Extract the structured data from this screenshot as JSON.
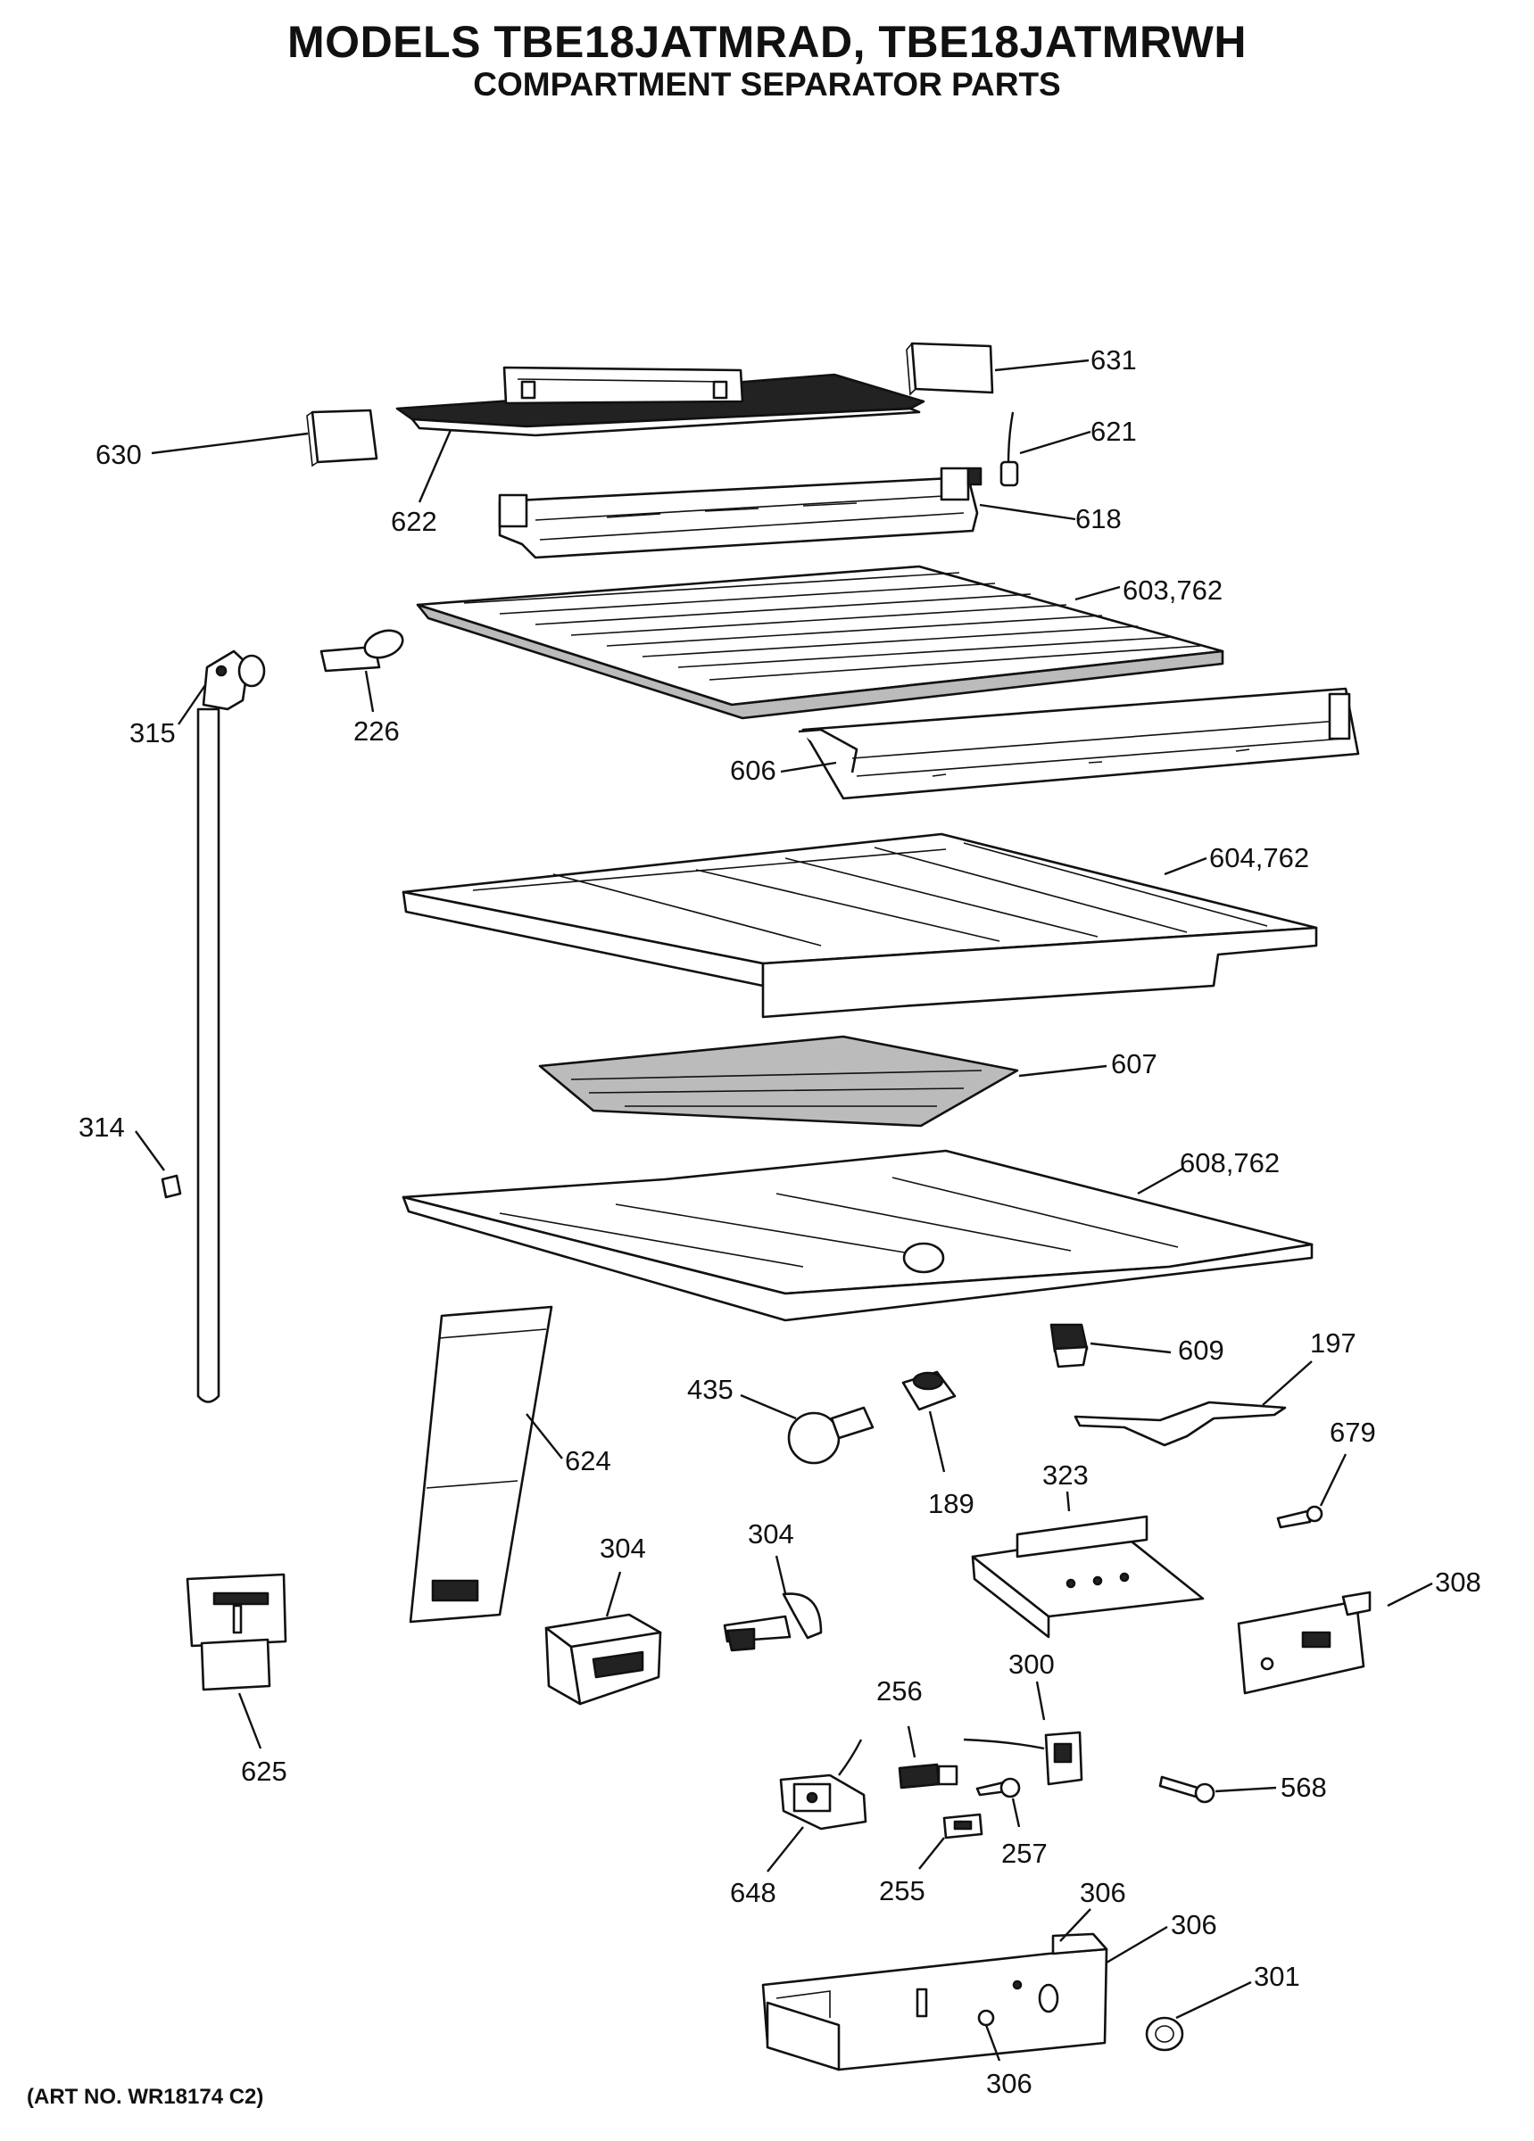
{
  "title": "MODELS TBE18JATMRAD, TBE18JATMRWH",
  "subtitle": "COMPARTMENT SEPARATOR PARTS",
  "art_number": "(ART NO. WR18174  C2)",
  "callouts": {
    "p631": "631",
    "p621": "621",
    "p630": "630",
    "p622": "622",
    "p618": "618",
    "p603": "603,762",
    "p315": "315",
    "p226": "226",
    "p606": "606",
    "p604": "604,762",
    "p607": "607",
    "p314": "314",
    "p608": "608,762",
    "p609": "609",
    "p197": "197",
    "p435": "435",
    "p624": "624",
    "p679": "679",
    "p189": "189",
    "p323": "323",
    "p304a": "304",
    "p304b": "304",
    "p308": "308",
    "p300": "300",
    "p256": "256",
    "p625": "625",
    "p568": "568",
    "p257": "257",
    "p648": "648",
    "p255": "255",
    "p306a": "306",
    "p306b": "306",
    "p301": "301",
    "p306c": "306"
  }
}
